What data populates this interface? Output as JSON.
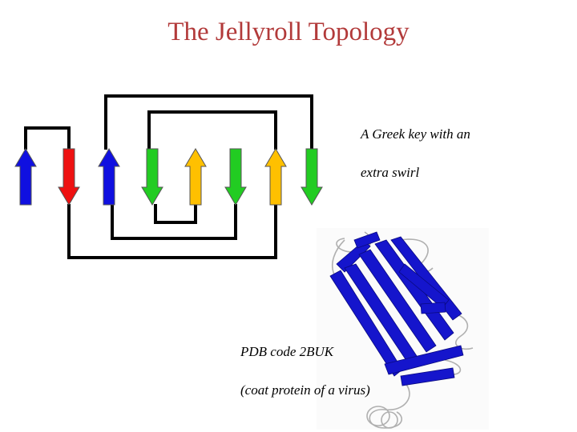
{
  "slide": {
    "title": "The Jellyroll Topology",
    "greek_key_caption_line1": "A Greek key with an",
    "greek_key_caption_line2": "extra swirl",
    "pdb_caption_line1": "PDB code 2BUK",
    "pdb_caption_line2": "(coat protein of a virus)"
  },
  "diagram": {
    "strands": [
      {
        "direction": "up",
        "color": "#1010e0"
      },
      {
        "direction": "down",
        "color": "#ee1111"
      },
      {
        "direction": "up",
        "color": "#1010e0"
      },
      {
        "direction": "down",
        "color": "#22cc22"
      },
      {
        "direction": "up",
        "color": "#ffc000"
      },
      {
        "direction": "down",
        "color": "#22cc22"
      },
      {
        "direction": "up",
        "color": "#ffc000"
      },
      {
        "direction": "down",
        "color": "#22cc22"
      }
    ],
    "connector_color": "#000000"
  },
  "structure_image": {
    "icon": "protein-ribbon-structure",
    "strand_color": "#1515cc",
    "coil_color": "#b0b0b0"
  }
}
